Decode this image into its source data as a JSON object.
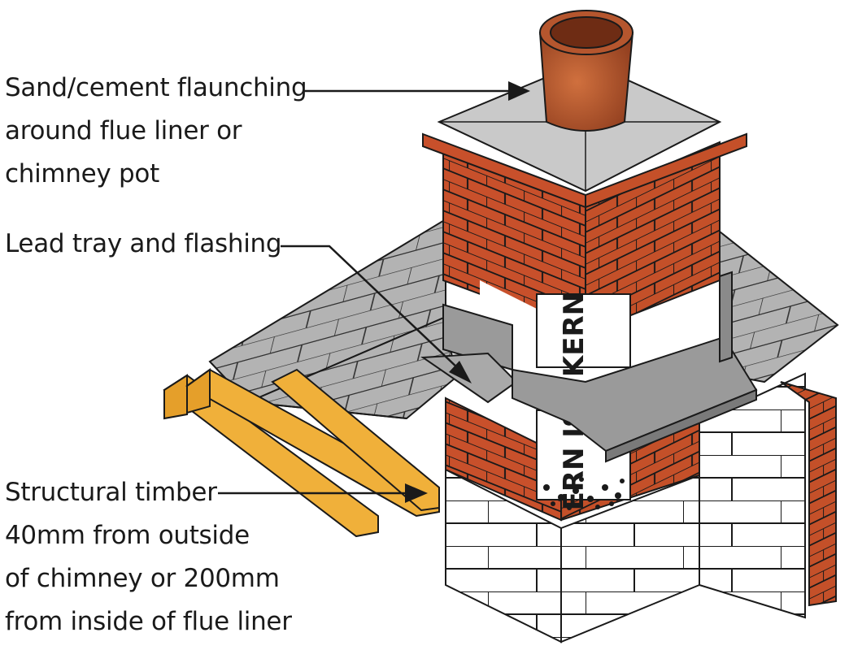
{
  "labels": {
    "flaunching": [
      "Sand/cement flaunching",
      "around flue liner or",
      "chimney pot"
    ],
    "flashing": [
      "Lead tray and flashing"
    ],
    "timber": [
      "Structural timber",
      "40mm from outside",
      "of chimney or 200mm",
      "from inside of flue liner"
    ]
  },
  "liner_text": {
    "upper": "KERN",
    "lower": "ERN IS"
  },
  "colors": {
    "brick": "#c8502b",
    "mortar_outline": "#1a1a1a",
    "slate": "#b3b3b3",
    "lead": "#9a9a9a",
    "flaunching": "#c9c9c9",
    "pot": "#b5562e",
    "timber": "#f0b03a",
    "block": "#ffffff",
    "liner": "#ffffff",
    "text": "#1a1a1a"
  }
}
